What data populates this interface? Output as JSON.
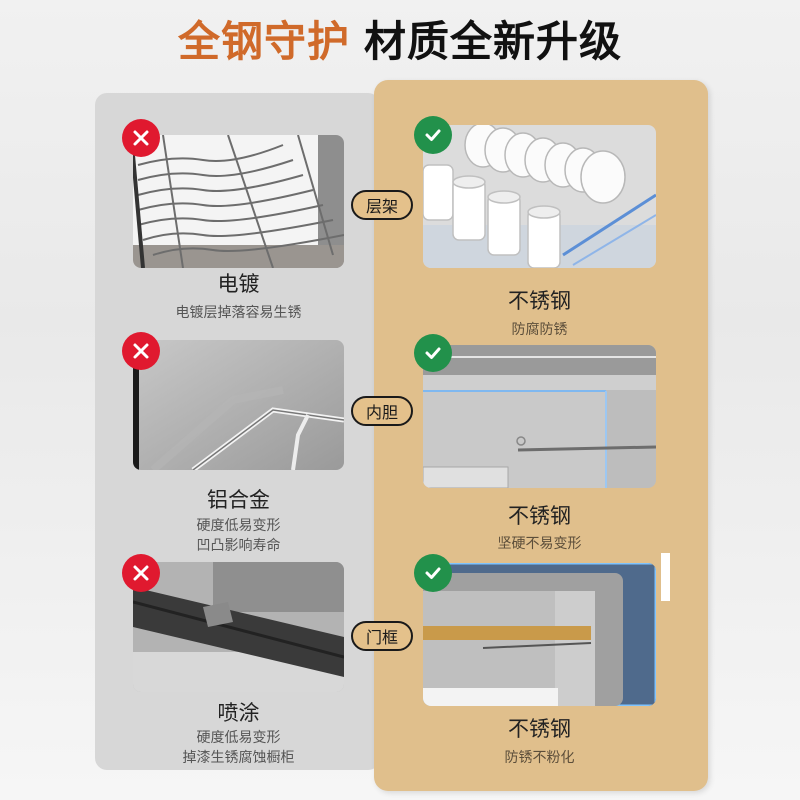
{
  "title": {
    "accent": "全钢守护",
    "main": "材质全新升级"
  },
  "colors": {
    "accent": "#d06a2a",
    "bad_badge": "#e0192f",
    "good_badge": "#22914b",
    "good_panel": "#e0bf8c",
    "bad_panel": "#d7d7d7"
  },
  "rows": [
    {
      "part": "层架",
      "bad": {
        "icon": "x-icon",
        "name": "电镀",
        "desc": [
          "电镀层掉落容易生锈"
        ]
      },
      "good": {
        "icon": "check-icon",
        "name": "不锈钢",
        "desc": [
          "防腐防锈"
        ]
      }
    },
    {
      "part": "内胆",
      "bad": {
        "icon": "x-icon",
        "name": "铝合金",
        "desc": [
          "硬度低易变形",
          "凹凸影响寿命"
        ]
      },
      "good": {
        "icon": "check-icon",
        "name": "不锈钢",
        "desc": [
          "坚硬不易变形"
        ]
      }
    },
    {
      "part": "门框",
      "bad": {
        "icon": "x-icon",
        "name": "喷涂",
        "desc": [
          "硬度低易变形",
          "掉漆生锈腐蚀橱柜"
        ]
      },
      "good": {
        "icon": "check-icon",
        "name": "不锈钢",
        "desc": [
          "防锈不粉化"
        ]
      }
    }
  ]
}
